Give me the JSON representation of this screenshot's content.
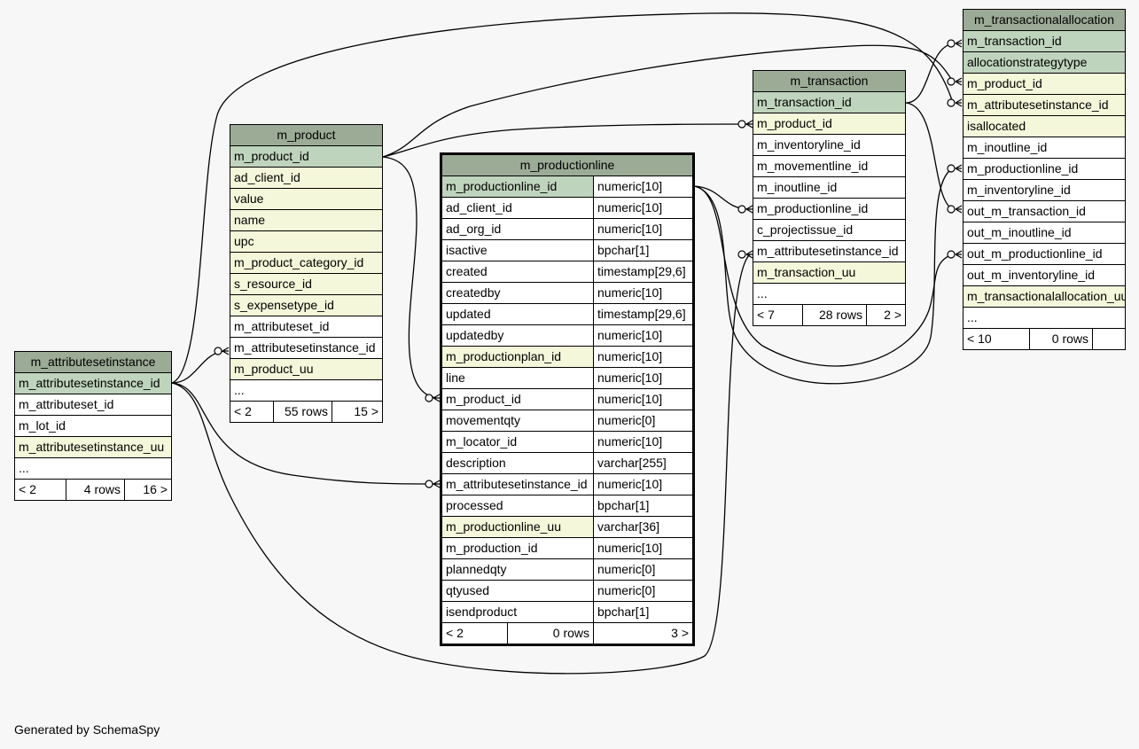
{
  "generated_by": "Generated by SchemaSpy",
  "tables": {
    "m_attributesetinstance": {
      "title": "m_attributesetinstance",
      "columns": [
        {
          "name": "m_attributesetinstance_id",
          "kind": "pk"
        },
        {
          "name": "m_attributeset_id",
          "kind": "plain"
        },
        {
          "name": "m_lot_id",
          "kind": "plain"
        },
        {
          "name": "m_attributesetinstance_uu",
          "kind": "fk"
        },
        {
          "name": "...",
          "kind": "plain"
        }
      ],
      "footer": {
        "prev": "< 2",
        "rows": "4 rows",
        "next": "16 >"
      }
    },
    "m_product": {
      "title": "m_product",
      "columns": [
        {
          "name": "m_product_id",
          "kind": "pk"
        },
        {
          "name": "ad_client_id",
          "kind": "fk"
        },
        {
          "name": "value",
          "kind": "fk"
        },
        {
          "name": "name",
          "kind": "fk"
        },
        {
          "name": "upc",
          "kind": "fk"
        },
        {
          "name": "m_product_category_id",
          "kind": "fk"
        },
        {
          "name": "s_resource_id",
          "kind": "fk"
        },
        {
          "name": "s_expensetype_id",
          "kind": "fk"
        },
        {
          "name": "m_attributeset_id",
          "kind": "plain"
        },
        {
          "name": "m_attributesetinstance_id",
          "kind": "plain"
        },
        {
          "name": "m_product_uu",
          "kind": "fk"
        },
        {
          "name": "...",
          "kind": "plain"
        }
      ],
      "footer": {
        "prev": "< 2",
        "rows": "55 rows",
        "next": "15 >"
      }
    },
    "m_productionline": {
      "title": "m_productionline",
      "columns": [
        {
          "name": "m_productionline_id",
          "type": "numeric[10]",
          "kind": "pk"
        },
        {
          "name": "ad_client_id",
          "type": "numeric[10]",
          "kind": "plain"
        },
        {
          "name": "ad_org_id",
          "type": "numeric[10]",
          "kind": "plain"
        },
        {
          "name": "isactive",
          "type": "bpchar[1]",
          "kind": "plain"
        },
        {
          "name": "created",
          "type": "timestamp[29,6]",
          "kind": "plain"
        },
        {
          "name": "createdby",
          "type": "numeric[10]",
          "kind": "plain"
        },
        {
          "name": "updated",
          "type": "timestamp[29,6]",
          "kind": "plain"
        },
        {
          "name": "updatedby",
          "type": "numeric[10]",
          "kind": "plain"
        },
        {
          "name": "m_productionplan_id",
          "type": "numeric[10]",
          "kind": "fk"
        },
        {
          "name": "line",
          "type": "numeric[10]",
          "kind": "plain"
        },
        {
          "name": "m_product_id",
          "type": "numeric[10]",
          "kind": "plain"
        },
        {
          "name": "movementqty",
          "type": "numeric[0]",
          "kind": "plain"
        },
        {
          "name": "m_locator_id",
          "type": "numeric[10]",
          "kind": "plain"
        },
        {
          "name": "description",
          "type": "varchar[255]",
          "kind": "plain"
        },
        {
          "name": "m_attributesetinstance_id",
          "type": "numeric[10]",
          "kind": "plain"
        },
        {
          "name": "processed",
          "type": "bpchar[1]",
          "kind": "plain"
        },
        {
          "name": "m_productionline_uu",
          "type": "varchar[36]",
          "kind": "fk"
        },
        {
          "name": "m_production_id",
          "type": "numeric[10]",
          "kind": "plain"
        },
        {
          "name": "plannedqty",
          "type": "numeric[0]",
          "kind": "plain"
        },
        {
          "name": "qtyused",
          "type": "numeric[0]",
          "kind": "plain"
        },
        {
          "name": "isendproduct",
          "type": "bpchar[1]",
          "kind": "plain"
        }
      ],
      "footer": {
        "prev": "< 2",
        "rows": "0 rows",
        "next": "3 >"
      }
    },
    "m_transaction": {
      "title": "m_transaction",
      "columns": [
        {
          "name": "m_transaction_id",
          "kind": "pk"
        },
        {
          "name": "m_product_id",
          "kind": "fk"
        },
        {
          "name": "m_inventoryline_id",
          "kind": "plain"
        },
        {
          "name": "m_movementline_id",
          "kind": "plain"
        },
        {
          "name": "m_inoutline_id",
          "kind": "plain"
        },
        {
          "name": "m_productionline_id",
          "kind": "plain"
        },
        {
          "name": "c_projectissue_id",
          "kind": "plain"
        },
        {
          "name": "m_attributesetinstance_id",
          "kind": "plain"
        },
        {
          "name": "m_transaction_uu",
          "kind": "fk"
        },
        {
          "name": "...",
          "kind": "plain"
        }
      ],
      "footer": {
        "prev": "< 7",
        "rows": "28 rows",
        "next": "2 >"
      }
    },
    "m_transactionalallocation": {
      "title": "m_transactionalallocation",
      "columns": [
        {
          "name": "m_transaction_id",
          "kind": "pk"
        },
        {
          "name": "allocationstrategytype",
          "kind": "pk"
        },
        {
          "name": "m_product_id",
          "kind": "fk"
        },
        {
          "name": "m_attributesetinstance_id",
          "kind": "fk"
        },
        {
          "name": "isallocated",
          "kind": "fk"
        },
        {
          "name": "m_inoutline_id",
          "kind": "plain"
        },
        {
          "name": "m_productionline_id",
          "kind": "plain"
        },
        {
          "name": "m_inventoryline_id",
          "kind": "plain"
        },
        {
          "name": "out_m_transaction_id",
          "kind": "plain"
        },
        {
          "name": "out_m_inoutline_id",
          "kind": "plain"
        },
        {
          "name": "out_m_productionline_id",
          "kind": "plain"
        },
        {
          "name": "out_m_inventoryline_id",
          "kind": "plain"
        },
        {
          "name": "m_transactionalallocation_uu",
          "kind": "fk"
        },
        {
          "name": "...",
          "kind": "plain"
        }
      ],
      "footer": {
        "prev": "< 10",
        "rows": "0 rows",
        "next": ""
      }
    }
  }
}
